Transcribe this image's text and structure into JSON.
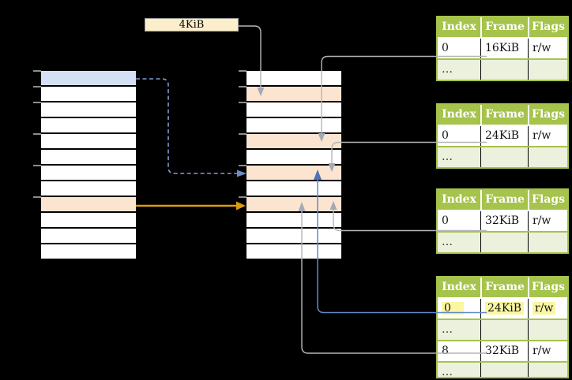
{
  "page_size_label": {
    "text": "4KiB"
  },
  "page_tables": [
    {
      "name": "page-table-16kib",
      "headers": [
        "Index",
        "Frame",
        "Flags"
      ],
      "rows": [
        {
          "variant": "normal",
          "cells": [
            "0",
            "16KiB",
            "r/w"
          ]
        },
        {
          "variant": "dots",
          "cells": [
            "…",
            "",
            ""
          ]
        }
      ]
    },
    {
      "name": "page-table-24kib",
      "headers": [
        "Index",
        "Frame",
        "Flags"
      ],
      "rows": [
        {
          "variant": "normal",
          "cells": [
            "0",
            "24KiB",
            "r/w"
          ]
        },
        {
          "variant": "dots",
          "cells": [
            "…",
            "",
            ""
          ]
        }
      ]
    },
    {
      "name": "page-table-32kib",
      "headers": [
        "Index",
        "Frame",
        "Flags"
      ],
      "rows": [
        {
          "variant": "normal",
          "cells": [
            "0",
            "32KiB",
            "r/w"
          ]
        },
        {
          "variant": "dots",
          "cells": [
            "…",
            "",
            ""
          ]
        }
      ]
    },
    {
      "name": "page-table-level1",
      "headers": [
        "Index",
        "Frame",
        "Flags"
      ],
      "rows": [
        {
          "variant": "highlight",
          "cells": [
            "0",
            "24KiB",
            "r/w"
          ]
        },
        {
          "variant": "dots",
          "cells": [
            "…",
            "",
            ""
          ]
        },
        {
          "variant": "normal",
          "cells": [
            "8",
            "32KiB",
            "r/w"
          ]
        },
        {
          "variant": "dots",
          "cells": [
            "…",
            "",
            ""
          ]
        }
      ]
    }
  ],
  "memory_columns": {
    "left": {
      "row_variants": [
        "blue",
        "",
        "",
        "",
        "",
        "",
        "",
        "",
        "orange",
        "",
        "",
        ""
      ],
      "tick_offsets": [
        0,
        20,
        40,
        80,
        120,
        160
      ]
    },
    "middle": {
      "row_variants": [
        "",
        "orange",
        "",
        "",
        "orange",
        "",
        "orange",
        "",
        "orange",
        "",
        "",
        ""
      ],
      "tick_offsets": [
        0,
        20,
        40,
        80,
        120,
        160
      ]
    }
  },
  "colors": {
    "table_header_green": "#a6c34c",
    "table_dots_row_green": "#ebf1dd",
    "page_size_box_cream": "#fdeecb",
    "selected_page_blue": "#d4e1f4",
    "mapped_frame_orange": "#fce5d0",
    "highlight_yellow": "#faf6a2",
    "gray_connector": "#b5b5b5",
    "blue_connector": "#6688c8",
    "dashed_blue_connector": "#7f9cd0",
    "orange_arrow": "#dc9c0e"
  }
}
